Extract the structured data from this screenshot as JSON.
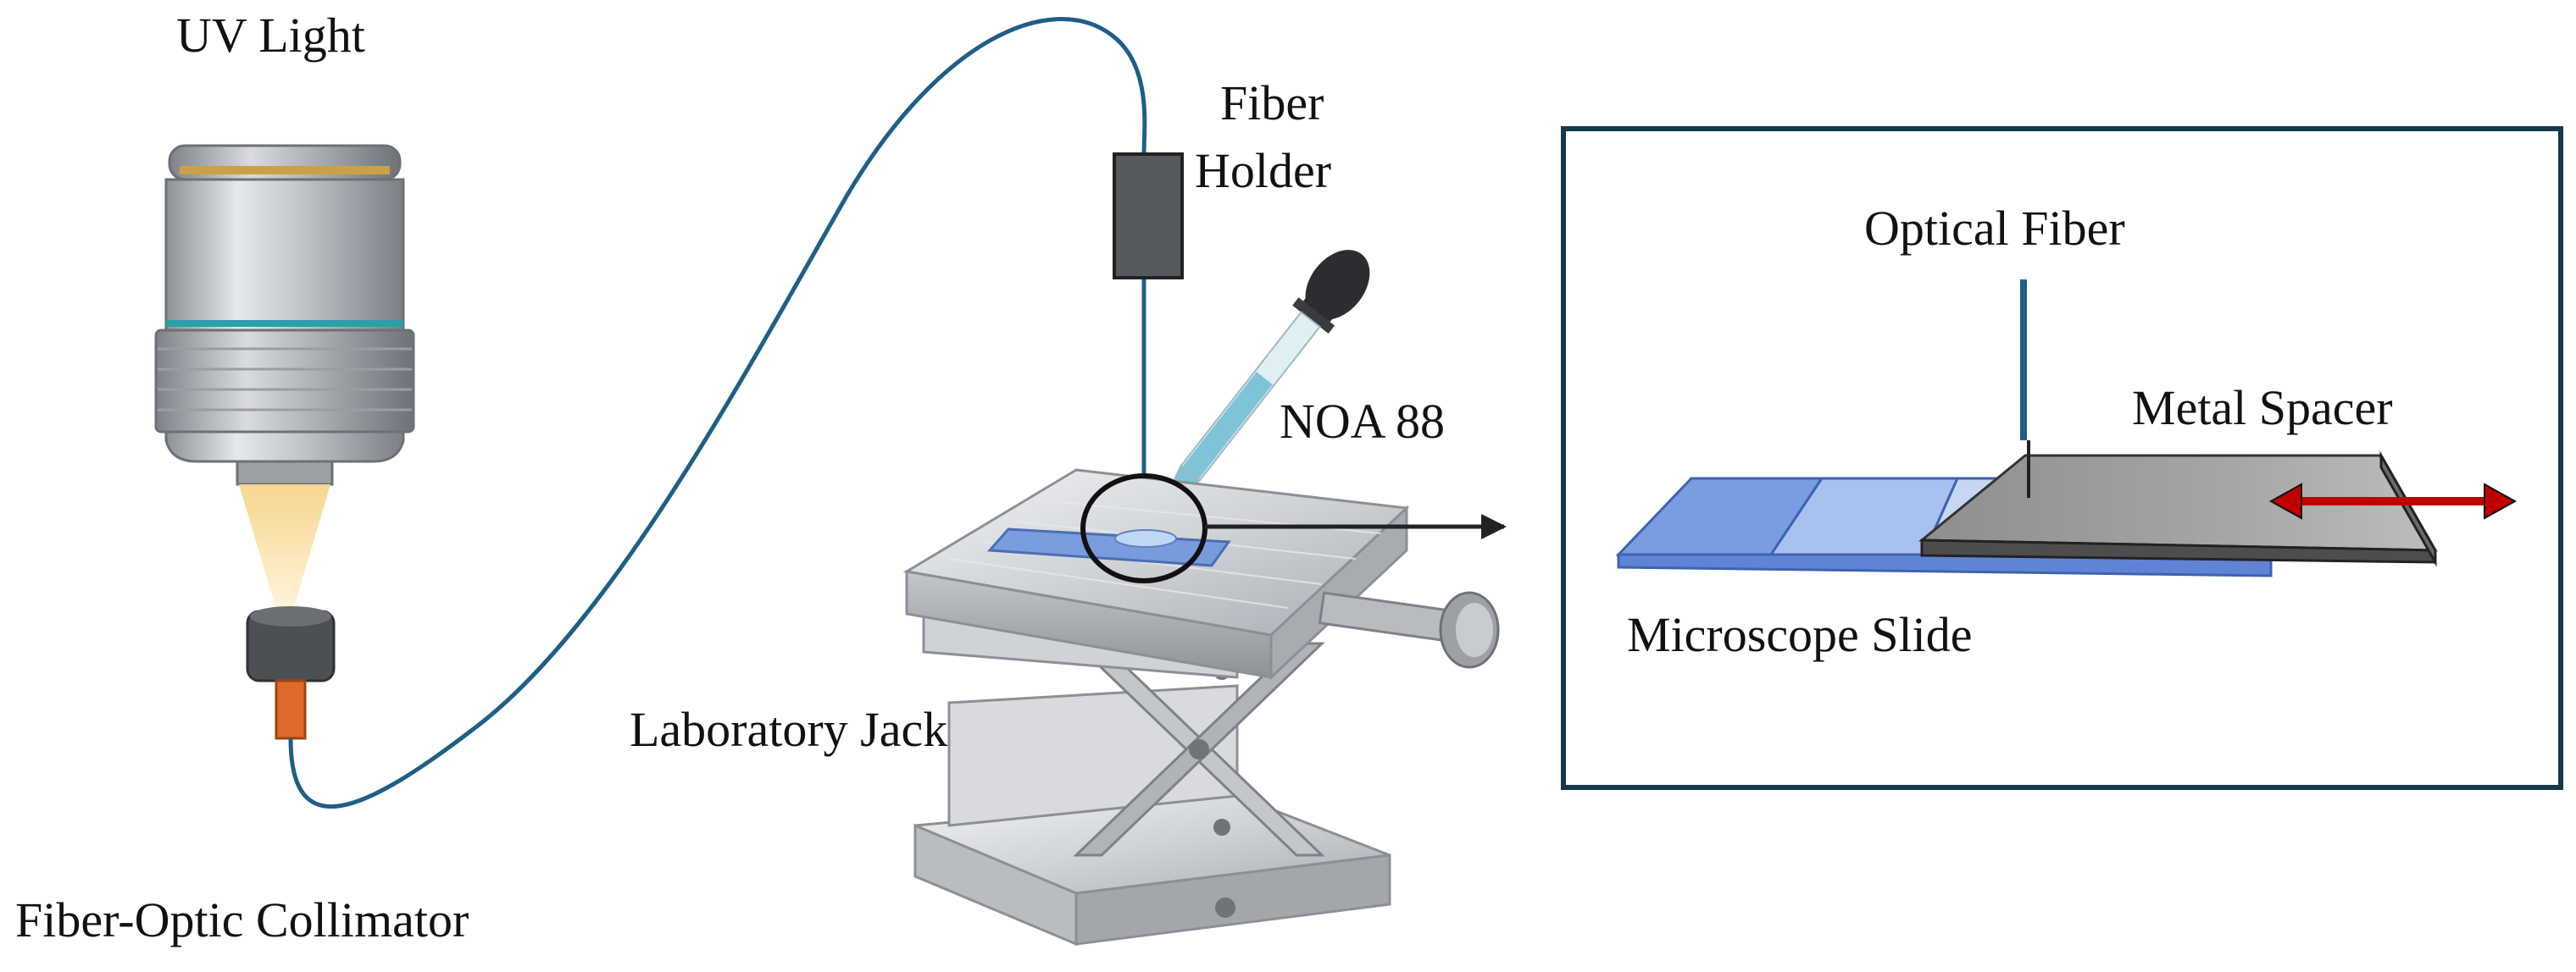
{
  "labels": {
    "uv_light": "UV Light",
    "fiber_holder_line1": "Fiber",
    "fiber_holder_line2": "Holder",
    "noa88": "NOA 88",
    "laboratory_jack": "Laboratory Jack",
    "fiber_optic_collimator": "Fiber-Optic Collimator",
    "optical_fiber": "Optical Fiber",
    "metal_spacer": "Metal Spacer",
    "microscope_slide": "Microscope Slide"
  },
  "colors": {
    "fiber": "#1f5f86",
    "inset_border": "#15384a",
    "slide_blue": "#6f96df",
    "spacer_gray": "#9a9a9a",
    "double_arrow": "#c00000",
    "collimator_tip": "#e06a2a"
  }
}
